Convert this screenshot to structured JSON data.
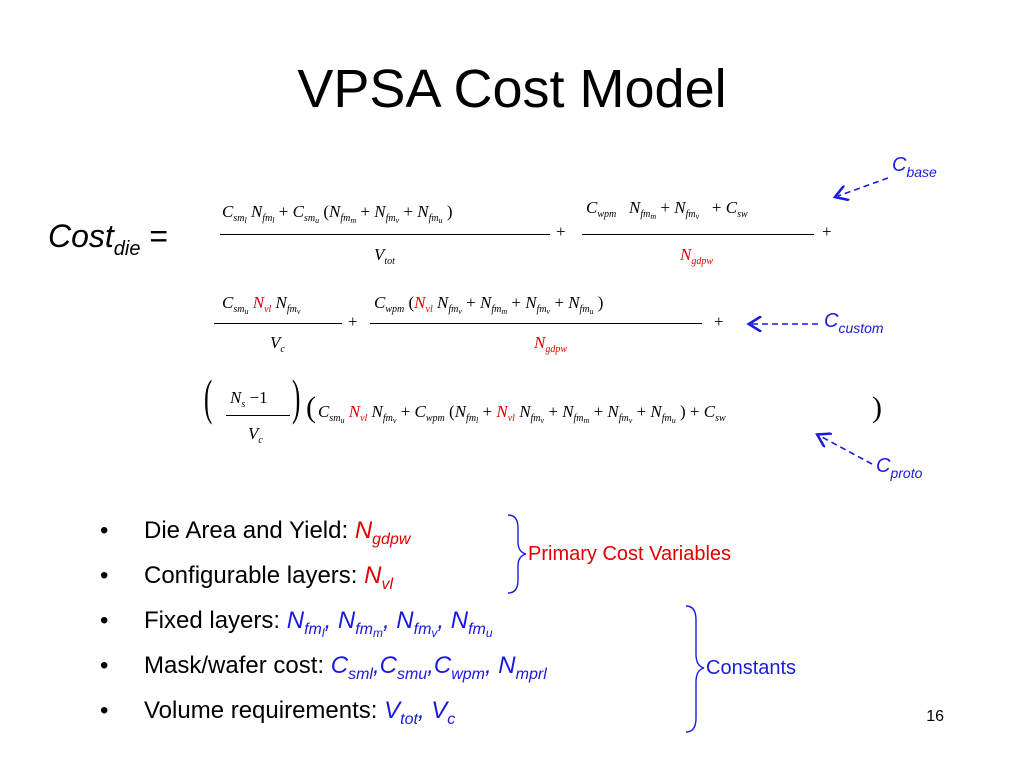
{
  "title": "VPSA Cost Model",
  "lhs": {
    "main": "Cost",
    "sub": "die",
    "eq": " ="
  },
  "labels": {
    "base": {
      "main": "C",
      "sub": "base"
    },
    "custom": {
      "main": "C",
      "sub": "custom"
    },
    "proto": {
      "main": "C",
      "sub": "proto"
    }
  },
  "bullets": [
    {
      "text": "Die Area and Yield: ",
      "vars": "N gdpw"
    },
    {
      "text": "Configurable layers: ",
      "vars": "N vl"
    },
    {
      "text": "Fixed layers: ",
      "vars": "N fm l, N fm m, N fm v, N fm u"
    },
    {
      "text": "Mask/wafer cost: ",
      "vars": "C sml, C smu, C wpm, N mprl"
    },
    {
      "text": "Volume requirements: ",
      "vars": "V tot, V c"
    }
  ],
  "bullet_symbol": "•",
  "groups": {
    "primary": "Primary Cost Variables",
    "constants": "Constants"
  },
  "page_number": "16",
  "colors": {
    "blue": "#1a1ae0",
    "red": "#e00000"
  }
}
